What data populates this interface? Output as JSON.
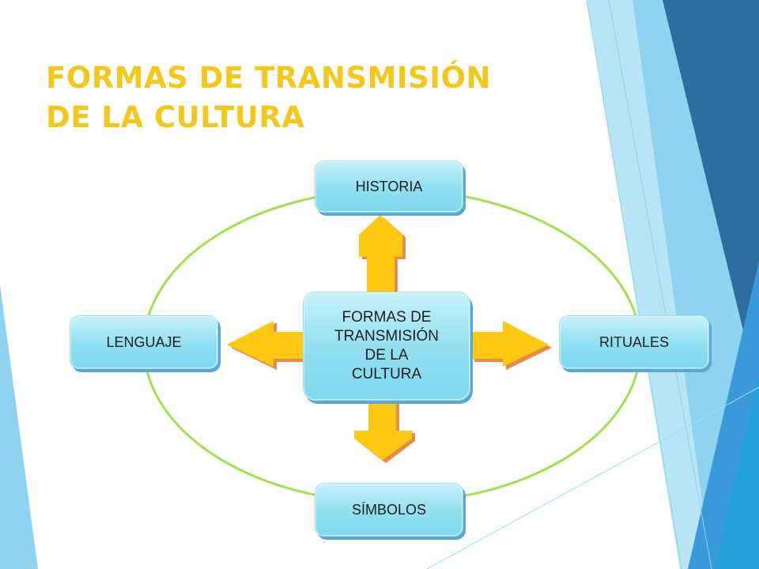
{
  "slide": {
    "title_lines": [
      "FORMAS DE TRANSMISIÓN",
      "DE LA CULTURA"
    ]
  },
  "diagram": {
    "center_lines": [
      "FORMAS DE",
      "TRANSMISIÓN",
      "DE LA",
      "CULTURA"
    ],
    "nodes": {
      "top": "HISTORIA",
      "left": "LENGUAJE",
      "right": "RITUALES",
      "bottom": "SÍMBOLOS"
    }
  },
  "colors": {
    "title": "#f2c81d",
    "ring": "#9ee24a",
    "arrow_fill": "#ffc813",
    "arrow_shadow": "#e98a4a",
    "node_fill": "#8fdff1",
    "deco_dark_blue": "#2e6da0",
    "deco_mid_blue": "#3a9ad9",
    "deco_light_blue": "#8fd3f0"
  }
}
